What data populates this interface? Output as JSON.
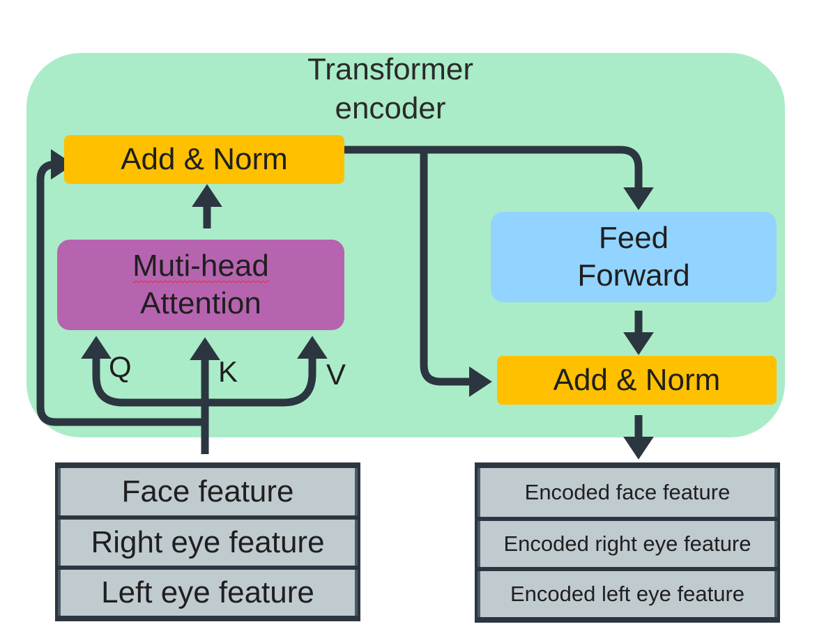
{
  "encoder": {
    "title_line1": "Transformer",
    "title_line2": "encoder",
    "background_color": "#abecc8"
  },
  "blocks": {
    "add_norm_1": "Add & Norm",
    "mha_line1": "Muti-head",
    "mha_line2": "Attention",
    "ff_line1": "Feed",
    "ff_line2": "Forward",
    "add_norm_2": "Add & Norm"
  },
  "qkv": {
    "q": "Q",
    "k": "K",
    "v": "V"
  },
  "inputs": [
    "Face feature",
    "Right eye feature",
    "Left eye feature"
  ],
  "outputs": [
    "Encoded face feature",
    "Encoded right eye feature",
    "Encoded left eye feature"
  ],
  "colors": {
    "add_norm": "#ffc000",
    "attention": "#b764b0",
    "feed_forward": "#92d4ff",
    "feature_cell": "#c0cbd0",
    "arrow": "#2b3640"
  }
}
